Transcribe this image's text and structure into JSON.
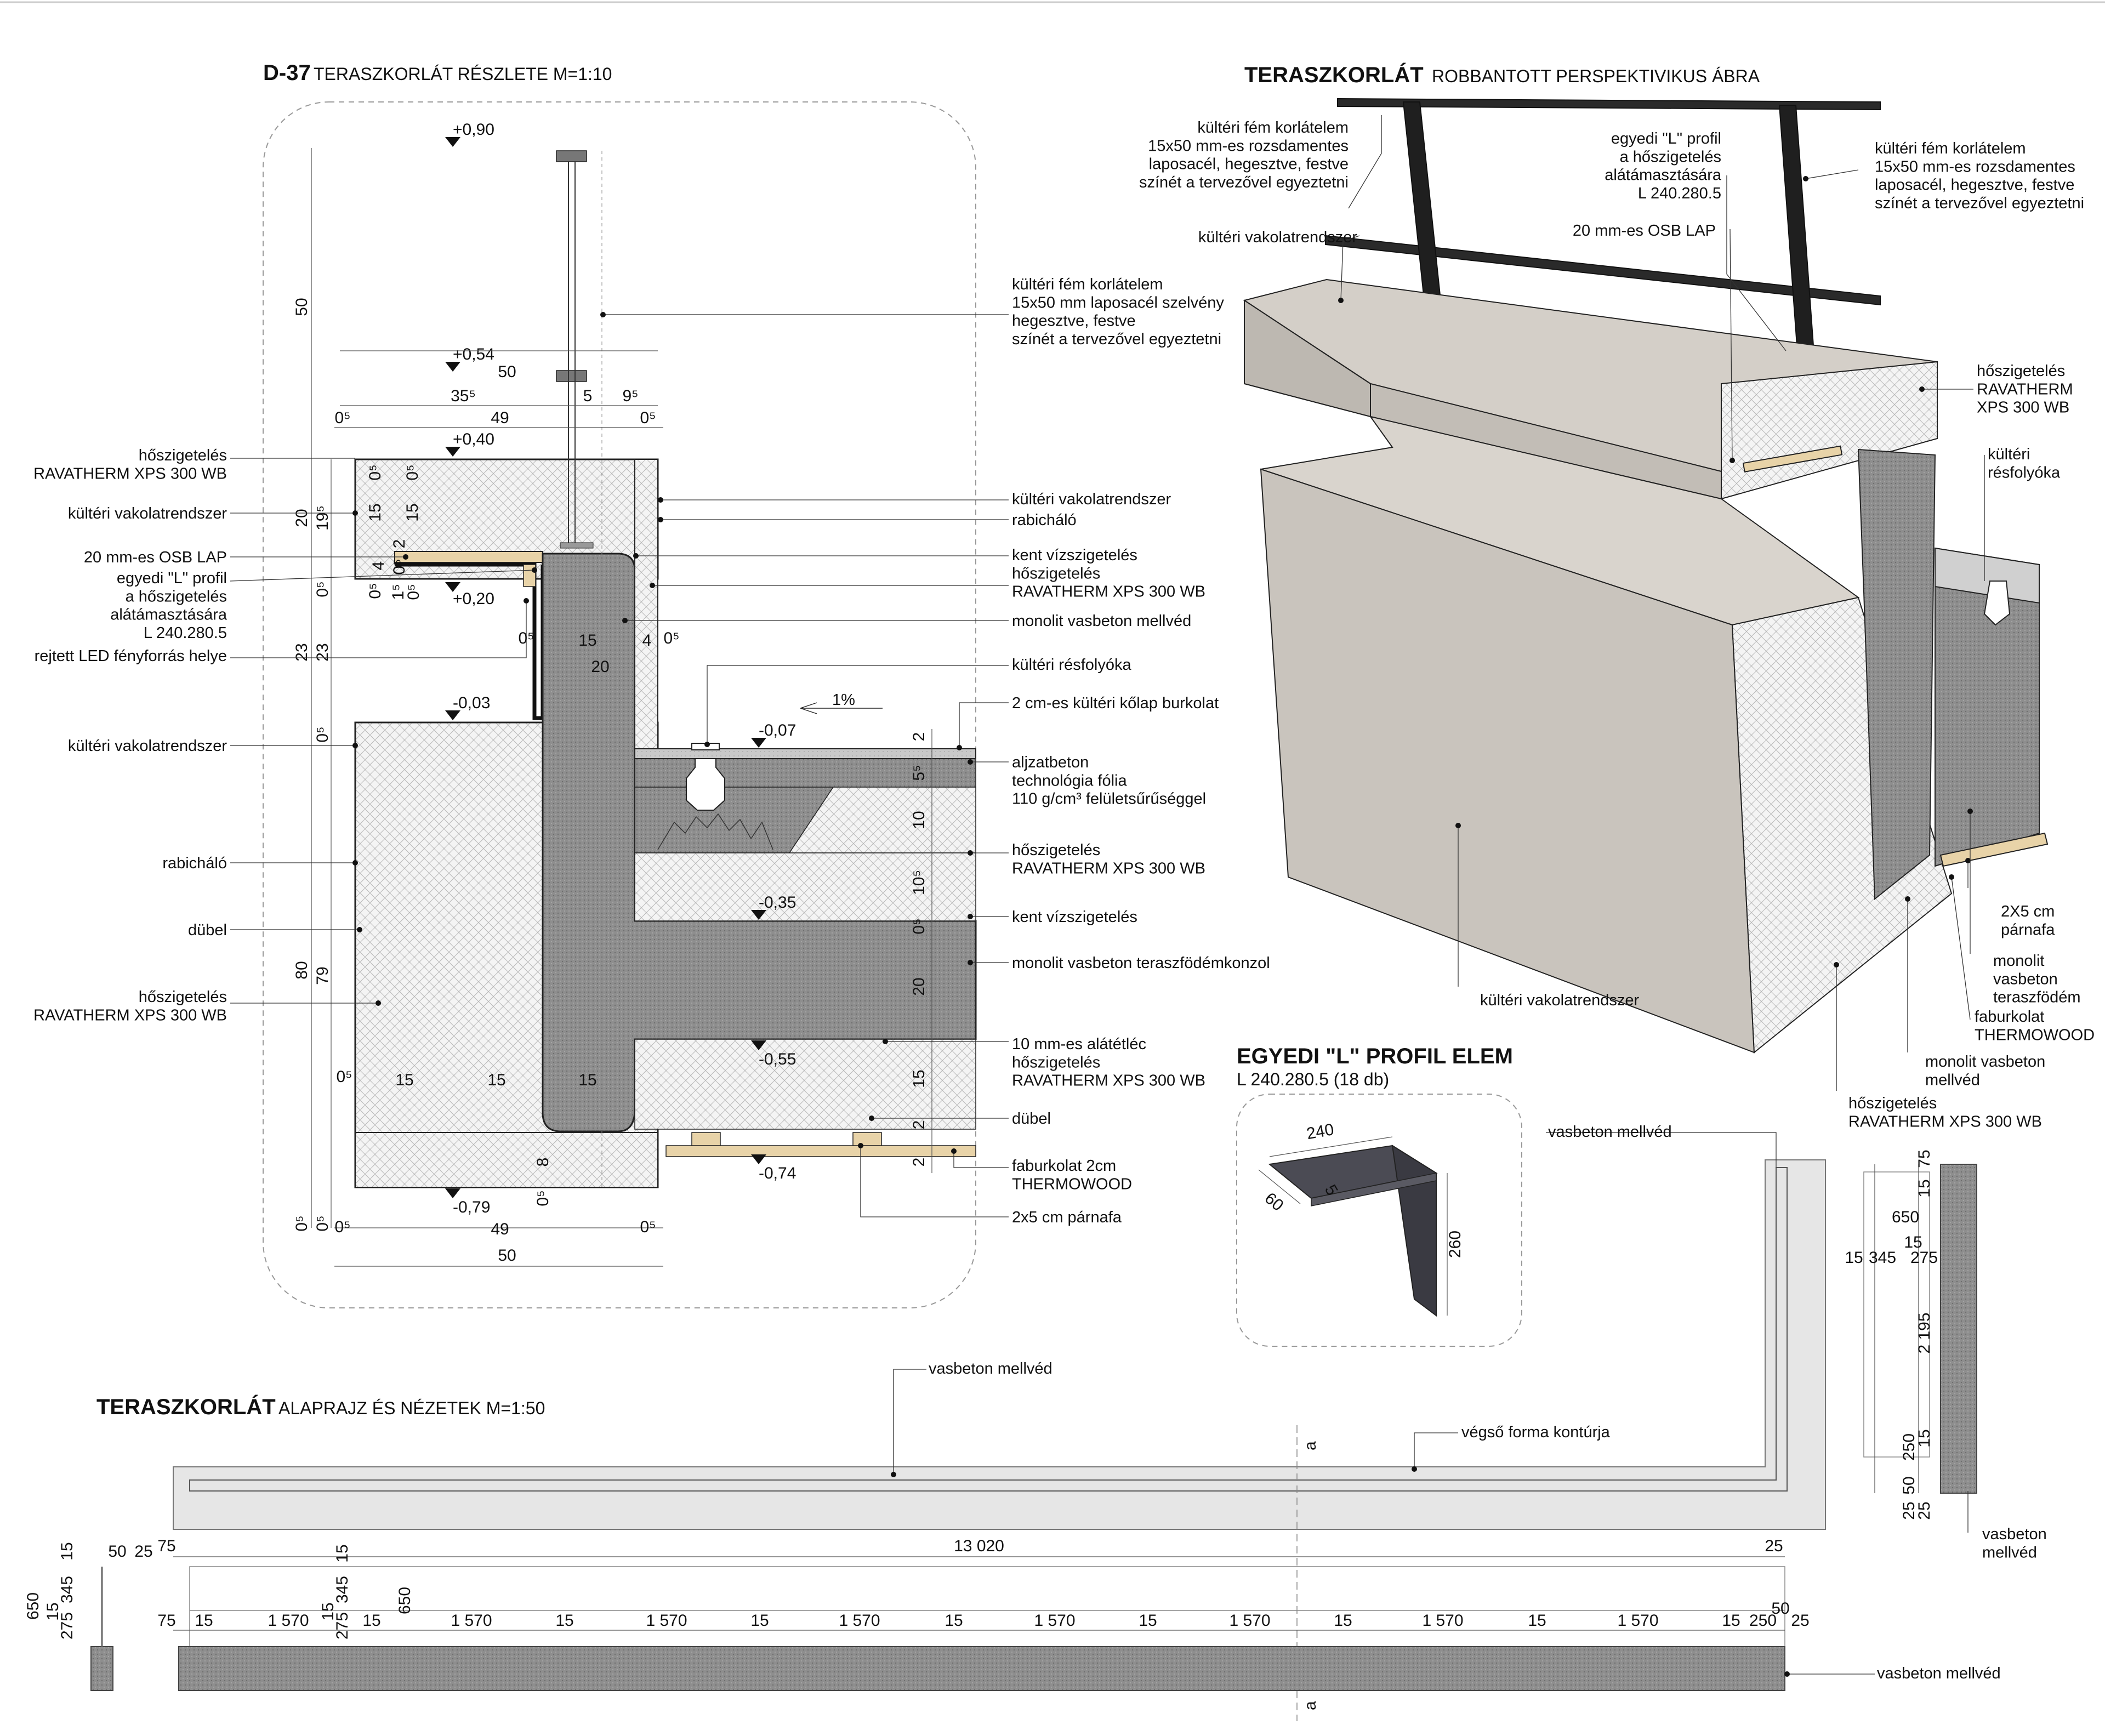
{
  "colors": {
    "ink": "#111111",
    "insulation_fill": "#f1f1f1",
    "concrete_fill": "#8e8e8e",
    "render_fill": "#c7c2bb",
    "render_dark": "#a9a39b",
    "wood": "#e8d3a8",
    "plinth": "#e6e6e6"
  },
  "detail": {
    "code": "D-37",
    "title": "TERASZKORLÁT RÉSZLETE M=1:10",
    "levels": [
      "+0,90",
      "+0,54",
      "+0,40",
      "+0,20",
      "-0,03",
      "-0,07",
      "-0,35",
      "-0,55",
      "-0,74",
      "-0,79"
    ],
    "slope": "1%",
    "labels_left": [
      "hőszigetelés\nRAVATHERM XPS 300 WB",
      "kültéri vakolatrendszer",
      "20 mm-es OSB LAP",
      "egyedi \"L\" profil\na hőszigetelés\nalátámasztására\nL 240.280.5",
      "rejtett LED fényforrás helye",
      "kültéri vakolatrendszer",
      "rabicháló",
      "dübel",
      "hőszigetelés\nRAVATHERM XPS 300 WB"
    ],
    "labels_right": [
      "kültéri fém korlátelem\n15x50 mm laposacél szelvény\nhegesztve, festve\nszínét a tervezővel egyeztetni",
      "kültéri vakolatrendszer",
      "rabicháló",
      "kent vízszigetelés\nhőszigetelés\nRAVATHERM XPS 300 WB",
      "monolit vasbeton mellvéd",
      "kültéri résfolyóka",
      "2 cm-es kültéri kőlap burkolat",
      "aljzatbeton\ntechnológia fólia\n110 g/cm³ felületsűrűséggel",
      "hőszigetelés\nRAVATHERM XPS 300 WB",
      "kent vízszigetelés",
      "monolit vasbeton teraszfödémkonzol",
      "10 mm-es alátétléc\nhőszigetelés\nRAVATHERM XPS 300 WB",
      "dübel",
      "faburkolat 2cm\nTHERMOWOOD",
      "2x5 cm párnafa"
    ],
    "dims_left": [
      "50",
      "20",
      "19⁵",
      "0⁵",
      "23",
      "23",
      "0⁵",
      "80",
      "79",
      "0⁵",
      "0⁵"
    ],
    "dims_top": [
      "50",
      "35⁵",
      "5",
      "9⁵",
      "0⁵",
      "49",
      "0⁵"
    ],
    "dims_inner": [
      "0⁵",
      "15",
      "0⁵",
      "15",
      "2",
      "4",
      "0⁵",
      "0⁵",
      "1⁵",
      "0⁵",
      "0⁵",
      "15",
      "20",
      "4",
      "0⁵",
      "15",
      "15",
      "15",
      "0⁵",
      "8",
      "0⁵"
    ],
    "dims_bottom": [
      "0⁵",
      "49",
      "0⁵",
      "50"
    ],
    "dims_right": [
      "2",
      "5⁵",
      "10",
      "10⁵",
      "0⁵",
      "20",
      "15",
      "2",
      "2"
    ]
  },
  "perspective": {
    "title_bold": "TERASZKORLÁT",
    "title_rest": "ROBBANTOTT PERSPEKTIVIKUS ÁBRA",
    "labels": [
      "kültéri fém korlátelem\n15x50 mm-es rozsdamentes\nlaposacél, hegesztve, festve\nszínét a tervezővel egyeztetni",
      "egyedi \"L\" profil\na hőszigetelés\nalátámasztására\nL 240.280.5",
      "kültéri fém korlátelem\n15x50 mm-es rozsdamentes\nlaposacél, hegesztve, festve\nszínét a tervezővel egyeztetni",
      "kültéri vakolatrendszer",
      "20 mm-es OSB LAP",
      "hőszigetelés\nRAVATHERM\nXPS 300 WB",
      "kültéri\nrésfolyóka",
      "kültéri vakolatrendszer",
      "2X5 cm\npárnafa",
      "monolit\nvasbeton\nteraszfödém",
      "faburkolat\nTHERMOWOOD",
      "monolit vasbeton\nmellvéd",
      "hőszigetelés\nRAVATHERM XPS 300 WB"
    ]
  },
  "profile": {
    "title": "EGYEDI \"L\" PROFIL ELEM",
    "subtitle": "L 240.280.5 (18 db)",
    "dims": [
      "240",
      "5",
      "60",
      "260"
    ]
  },
  "plan": {
    "title_bold": "TERASZKORLÁT",
    "title_rest": "ALAPRAJZ ÉS NÉZETEK M=1:50",
    "labels": [
      "vasbeton mellvéd",
      "végső forma kontúrja",
      "vasbeton mellvéd",
      "vasbeton mellvéd",
      "vasbeton\nmellvéd"
    ],
    "section_mark": "a",
    "total": "13 020",
    "end_left": "75",
    "end_right": "25",
    "side_top": [
      "50",
      "25"
    ],
    "side_left": [
      "15",
      "650",
      "345",
      "15",
      "275"
    ],
    "elev_left": [
      "15",
      "345",
      "15",
      "275",
      "650"
    ],
    "bays": [
      "15",
      "1 570",
      "15",
      "1 570",
      "15",
      "1 570",
      "15",
      "1 570",
      "15",
      "1 570",
      "15",
      "1 570",
      "15",
      "1 570",
      "15",
      "1 570",
      "15"
    ],
    "bay_start": "75",
    "bay_end": [
      "250",
      "50",
      "25"
    ],
    "section_dims": [
      "75",
      "15",
      "650",
      "15",
      "345",
      "275",
      "15",
      "2 195",
      "250",
      "15",
      "50",
      "25",
      "25"
    ]
  }
}
